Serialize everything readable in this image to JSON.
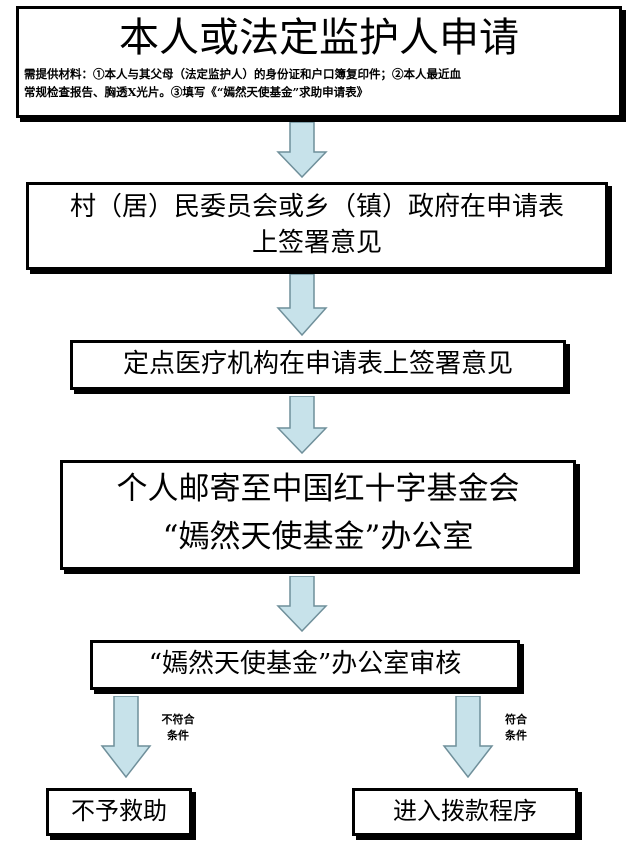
{
  "colors": {
    "arrow_fill": "#c7e2ea",
    "arrow_stroke": "#6f8f9a",
    "box_border": "#000000"
  },
  "steps": {
    "apply": {
      "title": "本人或法定监护人申请",
      "materials_line1": "需提供材料：①本人与其父母（法定监护人）的身份证和户口簿复印件；②本人最近血",
      "materials_line2": "常规检查报告、胸透X光片。③填写《“嫣然天使基金”求助申请表》"
    },
    "village": {
      "line1": "村（居）民委员会或乡（镇）政府在申请表",
      "line2": "上签署意见"
    },
    "hospital": {
      "line1": "定点医疗机构在申请表上签署意见"
    },
    "mail": {
      "line1": "个人邮寄至中国红十字基金会",
      "line2": "“嫣然天使基金”办公室"
    },
    "review": {
      "line1": "“嫣然天使基金”办公室审核"
    },
    "reject": {
      "label": "不予救助",
      "condition_line1": "不符合",
      "condition_line2": "条件"
    },
    "approve": {
      "label": "进入拨款程序",
      "condition_line1": "符合",
      "condition_line2": "条件"
    }
  }
}
